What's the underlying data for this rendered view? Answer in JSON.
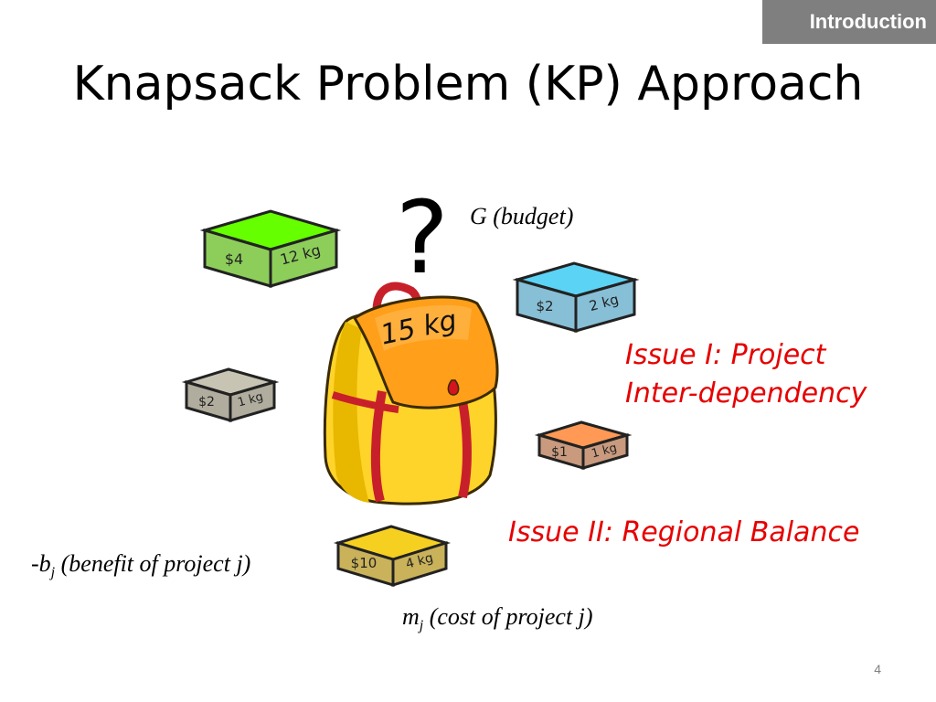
{
  "section_tag": "Introduction",
  "title": "Knapsack Problem (KP) Approach",
  "question_mark": "?",
  "budget_label": "G (budget)",
  "knapsack": {
    "capacity_label": "15 kg"
  },
  "boxes": [
    {
      "price": "$4",
      "weight": "12 kg",
      "color": "#66ff00"
    },
    {
      "price": "$2",
      "weight": "2 kg",
      "color": "#5bd3f5"
    },
    {
      "price": "$2",
      "weight": "1 kg",
      "color": "#c8c4b4"
    },
    {
      "price": "$1",
      "weight": "1 kg",
      "color": "#ff9955"
    },
    {
      "price": "$10",
      "weight": "4 kg",
      "color": "#f5d020"
    }
  ],
  "issues": {
    "issue1_line1": "Issue I: Project",
    "issue1_line2": "Inter-dependency",
    "issue2": "Issue II: Regional Balance"
  },
  "benefit": {
    "prefix": "-b",
    "sub": "j",
    "text": " (benefit of project j)"
  },
  "cost": {
    "prefix": "m",
    "sub": "j",
    "text": " (cost of project j)"
  },
  "page_number": "4",
  "colors": {
    "issue_red": "#e60000",
    "tag_gray": "#7f7f7f"
  }
}
